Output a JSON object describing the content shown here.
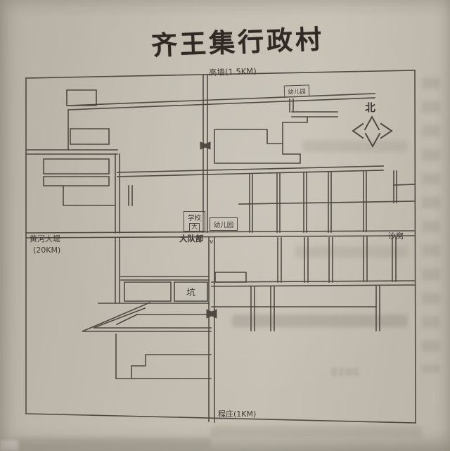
{
  "title": "齐王集行政村",
  "map": {
    "line_color": "#4e4a42",
    "labels": {
      "top_road": "高墙(1.5KM)",
      "kindergarten_top": "幼儿园",
      "school": "学校",
      "school_gate": "大",
      "kindergarten_mid": "幼儿园",
      "brigade_hq": "大队部",
      "brigade_mark": "v",
      "dike_line1": "黄河大堤",
      "dike_line2": "(20KM)",
      "shawo": "沙窝",
      "pit": "坑",
      "chengzhuang": "程庄(1KM)",
      "compass_north": "北"
    }
  },
  "ghost": {
    "fragment": "2015"
  }
}
